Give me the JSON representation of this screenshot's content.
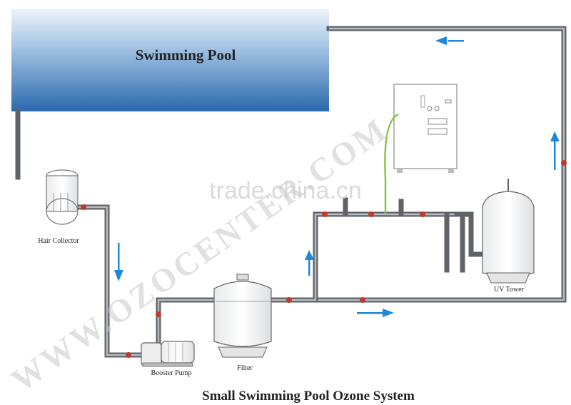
{
  "title": "Small Swimming Pool Ozone System",
  "pool_label": "Swimming Pool",
  "labels": {
    "hair_collector": "Hair Collector",
    "booster_pump": "Booster Pump",
    "filter": "Filter",
    "uv_tower": "UV Tower"
  },
  "watermarks": {
    "diagonal": "WWW.OZOCENTER.COM",
    "center": "trade.china.cn"
  },
  "colors": {
    "pipe": "#5f6368",
    "flow_arrow": "#1e88d8",
    "valve": "#c0392b",
    "pool_top": "#e4eef8",
    "pool_bottom": "#2d6db0",
    "ozone_tube": "#8bc34a"
  },
  "icons": [
    "flow-arrow-icon",
    "valve-icon"
  ]
}
